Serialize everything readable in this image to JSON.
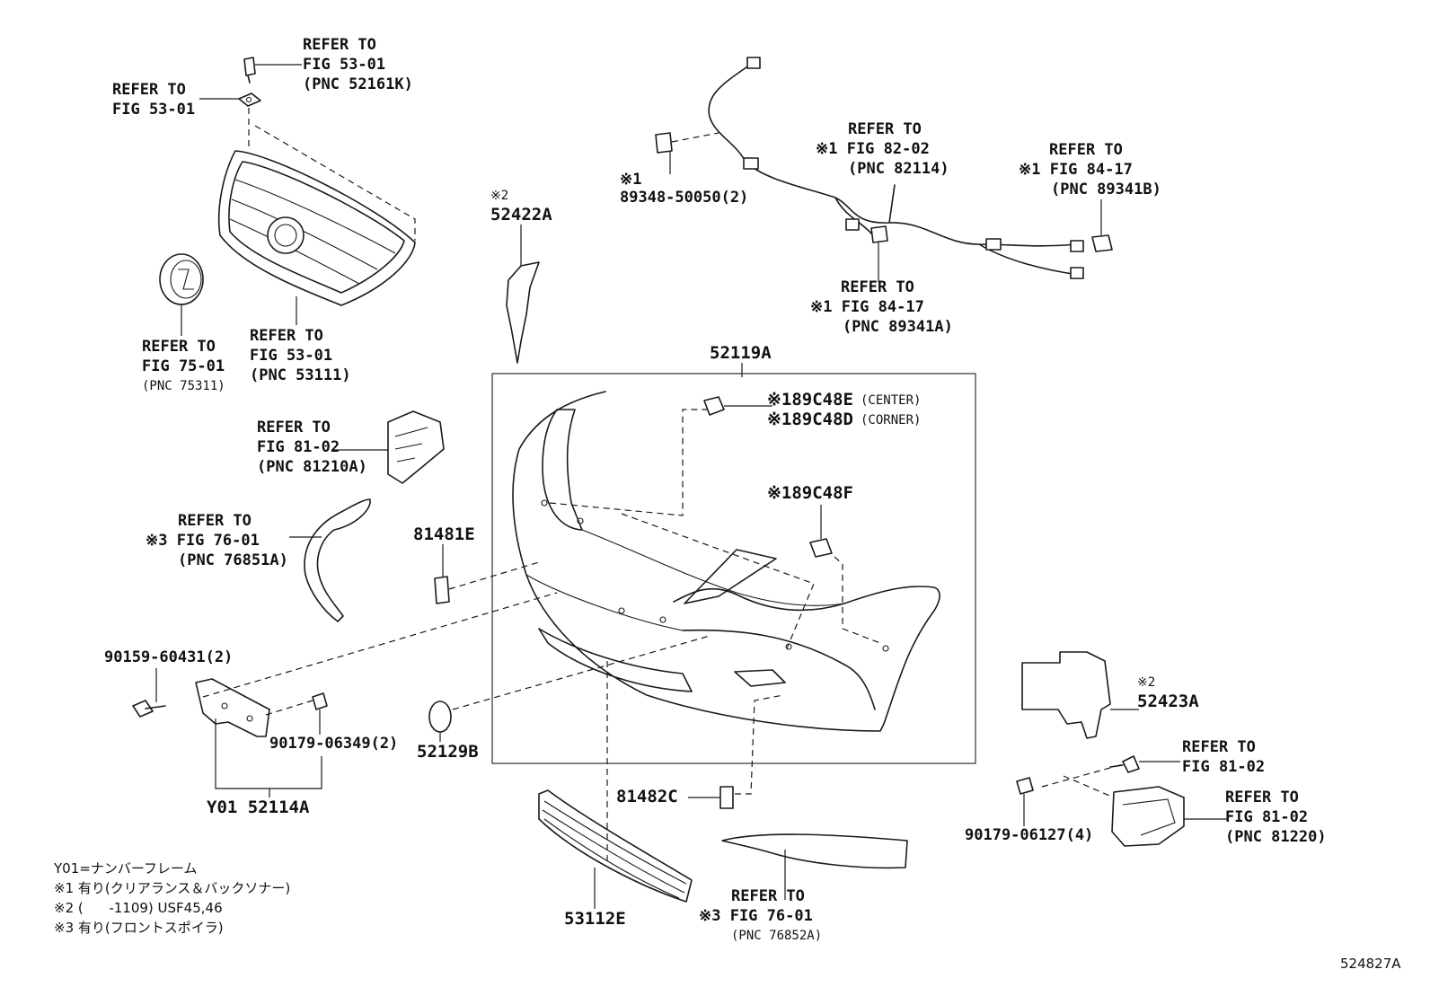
{
  "diagram_id": "524827A",
  "labels": {
    "grille_clip_ref": [
      "REFER TO",
      "FIG 53-01",
      "(PNC 52161K)"
    ],
    "grille_nut_ref": [
      "REFER TO",
      "FIG 53-01"
    ],
    "emblem_ref": [
      "REFER TO",
      "FIG 75-01",
      "(PNC 75311)"
    ],
    "grille_ref": [
      "REFER TO",
      "FIG 53-01",
      "(PNC 53111)"
    ],
    "sensor_ref": [
      "REFER TO",
      "FIG 81-02",
      "(PNC 81210A)"
    ],
    "spoiler_l_ref": [
      "REFER TO",
      "※3 FIG 76-01",
      "(PNC 76851A)"
    ],
    "wire_ref": [
      "REFER TO",
      "※1 FIG 82-02",
      "(PNC 82114)"
    ],
    "sensor_b_ref": [
      "REFER TO",
      "※1 FIG 84-17",
      "(PNC 89341B)"
    ],
    "sensor_a_ref": [
      "REFER TO",
      "※1 FIG 84-17",
      "(PNC 89341A)"
    ],
    "clip_89348": [
      "※1",
      "89348-50050(2)"
    ],
    "fog_bolt_ref": [
      "REFER TO",
      "FIG 81-02"
    ],
    "fog_ref": [
      "REFER TO",
      "FIG 81-02",
      "(PNC 81220)"
    ],
    "spoiler_r_ref": [
      "REFER TO",
      "※3 FIG 76-01",
      "(PNC 76852A)"
    ]
  },
  "part_numbers": {
    "p52422A": "52422A",
    "p52422A_note": "※2",
    "p52119A": "52119A",
    "p89C48E": "※189C48E",
    "p89C48E_note": "(CENTER)",
    "p89C48D": "※189C48D",
    "p89C48D_note": "(CORNER)",
    "p89C48F": "※189C48F",
    "p81481E": "81481E",
    "p90159": "90159-60431(2)",
    "p90179a": "90179-06349(2)",
    "p52114A": "Y01 52114A",
    "p52129B": "52129B",
    "p81482C": "81482C",
    "p53112E": "53112E",
    "p52423A": "52423A",
    "p52423A_note": "※2",
    "p90179b": "90179-06127(4)"
  },
  "notes": [
    "Y01=ナンバーフレーム",
    "※1 有り(クリアランス＆バックソナー)",
    "※2 (      -1109) USF45,46",
    "※3 有り(フロントスポイラ)"
  ]
}
